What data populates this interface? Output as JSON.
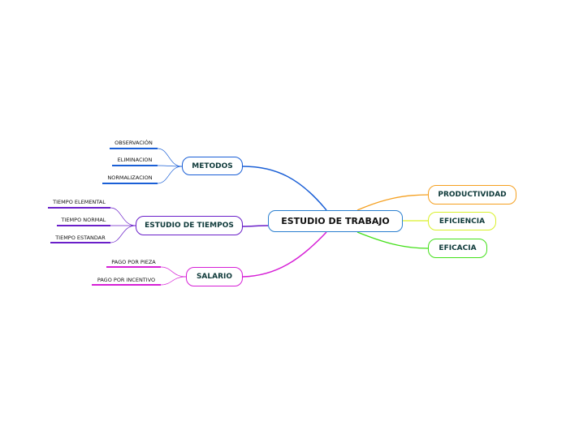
{
  "central": {
    "label": "ESTUDIO DE TRABAJO",
    "color": "#2a7fd0"
  },
  "branches": {
    "metodos": {
      "label": "METODOS",
      "color": "#1a5fd6",
      "subtopics": [
        "OBSERVACIÓN",
        "ELIMINACION",
        "NORMALIZACION"
      ]
    },
    "estudio_tiempos": {
      "label": "ESTUDIO DE TIEMPOS",
      "color": "#6a1fc9",
      "subtopics": [
        "TIEMPO ELEMENTAL",
        "TIEMPO NORMAL",
        "TIEMPO ESTANDAR"
      ]
    },
    "salario": {
      "label": "SALARIO",
      "color": "#d61fd6",
      "subtopics": [
        "PAGO POR PIEZA",
        "PAGO POR INCENTIVO"
      ]
    },
    "productividad": {
      "label": "PRODUCTIVIDAD",
      "color": "#f5a020"
    },
    "eficiencia": {
      "label": "EFICIENCIA",
      "color": "#d9f02a"
    },
    "eficacia": {
      "label": "EFICACIA",
      "color": "#44e01a"
    }
  }
}
